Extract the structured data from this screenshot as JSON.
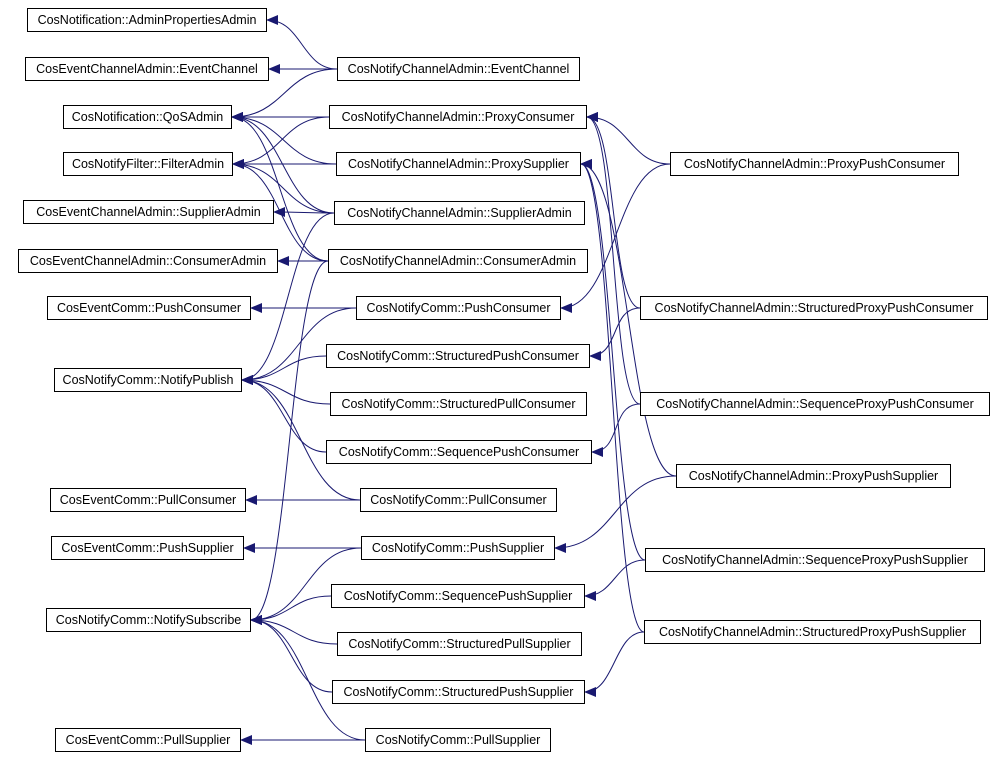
{
  "diagram": {
    "nodes": {
      "admin_props": "CosNotification::AdminPropertiesAdmin",
      "ec_event_channel": "CosEventChannelAdmin::EventChannel",
      "qos_admin": "CosNotification::QoSAdmin",
      "filter_admin": "CosNotifyFilter::FilterAdmin",
      "ec_supplier_admin": "CosEventChannelAdmin::SupplierAdmin",
      "ec_consumer_admin": "CosEventChannelAdmin::ConsumerAdmin",
      "ev_push_consumer": "CosEventComm::PushConsumer",
      "notify_publish": "CosNotifyComm::NotifyPublish",
      "ev_pull_consumer": "CosEventComm::PullConsumer",
      "ev_push_supplier": "CosEventComm::PushSupplier",
      "notify_subscribe": "CosNotifyComm::NotifySubscribe",
      "ev_pull_supplier": "CosEventComm::PullSupplier",
      "nca_event_channel": "CosNotifyChannelAdmin::EventChannel",
      "nca_proxy_consumer": "CosNotifyChannelAdmin::ProxyConsumer",
      "nca_proxy_supplier": "CosNotifyChannelAdmin::ProxySupplier",
      "nca_supplier_admin": "CosNotifyChannelAdmin::SupplierAdmin",
      "nca_consumer_admin": "CosNotifyChannelAdmin::ConsumerAdmin",
      "nc_push_consumer": "CosNotifyComm::PushConsumer",
      "nc_struct_push_consumer": "CosNotifyComm::StructuredPushConsumer",
      "nc_struct_pull_consumer": "CosNotifyComm::StructuredPullConsumer",
      "nc_seq_push_consumer": "CosNotifyComm::SequencePushConsumer",
      "nc_pull_consumer": "CosNotifyComm::PullConsumer",
      "nc_push_supplier": "CosNotifyComm::PushSupplier",
      "nc_seq_push_supplier": "CosNotifyComm::SequencePushSupplier",
      "nc_struct_pull_supplier": "CosNotifyComm::StructuredPullSupplier",
      "nc_struct_push_supplier": "CosNotifyComm::StructuredPushSupplier",
      "nc_pull_supplier": "CosNotifyComm::PullSupplier",
      "nca_proxy_push_consumer": "CosNotifyChannelAdmin::ProxyPushConsumer",
      "nca_struct_proxy_push_consumer": "CosNotifyChannelAdmin::StructuredProxyPushConsumer",
      "nca_seq_proxy_push_consumer": "CosNotifyChannelAdmin::SequenceProxyPushConsumer",
      "nca_proxy_push_supplier": "CosNotifyChannelAdmin::ProxyPushSupplier",
      "nca_seq_proxy_push_supplier": "CosNotifyChannelAdmin::SequenceProxyPushSupplier",
      "nca_struct_proxy_push_supplier": "CosNotifyChannelAdmin::StructuredProxyPushSupplier"
    },
    "edges": [
      [
        "nca_event_channel",
        "admin_props"
      ],
      [
        "nca_event_channel",
        "ec_event_channel"
      ],
      [
        "nca_event_channel",
        "qos_admin"
      ],
      [
        "nca_proxy_consumer",
        "qos_admin"
      ],
      [
        "nca_proxy_consumer",
        "filter_admin"
      ],
      [
        "nca_proxy_supplier",
        "qos_admin"
      ],
      [
        "nca_proxy_supplier",
        "filter_admin"
      ],
      [
        "nca_supplier_admin",
        "qos_admin"
      ],
      [
        "nca_supplier_admin",
        "filter_admin"
      ],
      [
        "nca_supplier_admin",
        "ec_supplier_admin"
      ],
      [
        "nca_supplier_admin",
        "notify_publish"
      ],
      [
        "nca_consumer_admin",
        "qos_admin"
      ],
      [
        "nca_consumer_admin",
        "filter_admin"
      ],
      [
        "nca_consumer_admin",
        "ec_consumer_admin"
      ],
      [
        "nca_consumer_admin",
        "notify_subscribe"
      ],
      [
        "nc_push_consumer",
        "ev_push_consumer"
      ],
      [
        "nc_push_consumer",
        "notify_publish"
      ],
      [
        "nc_struct_push_consumer",
        "notify_publish"
      ],
      [
        "nc_struct_pull_consumer",
        "notify_publish"
      ],
      [
        "nc_seq_push_consumer",
        "notify_publish"
      ],
      [
        "nc_pull_consumer",
        "ev_pull_consumer"
      ],
      [
        "nc_pull_consumer",
        "notify_publish"
      ],
      [
        "nc_push_supplier",
        "ev_push_supplier"
      ],
      [
        "nc_push_supplier",
        "notify_subscribe"
      ],
      [
        "nc_seq_push_supplier",
        "notify_subscribe"
      ],
      [
        "nc_struct_pull_supplier",
        "notify_subscribe"
      ],
      [
        "nc_struct_push_supplier",
        "notify_subscribe"
      ],
      [
        "nc_pull_supplier",
        "ev_pull_supplier"
      ],
      [
        "nc_pull_supplier",
        "notify_subscribe"
      ],
      [
        "nca_proxy_push_consumer",
        "nca_proxy_consumer"
      ],
      [
        "nca_proxy_push_consumer",
        "nc_push_consumer"
      ],
      [
        "nca_struct_proxy_push_consumer",
        "nca_proxy_consumer"
      ],
      [
        "nca_struct_proxy_push_consumer",
        "nc_struct_push_consumer"
      ],
      [
        "nca_seq_proxy_push_consumer",
        "nca_proxy_consumer"
      ],
      [
        "nca_seq_proxy_push_consumer",
        "nc_seq_push_consumer"
      ],
      [
        "nca_proxy_push_supplier",
        "nca_proxy_supplier"
      ],
      [
        "nca_proxy_push_supplier",
        "nc_push_supplier"
      ],
      [
        "nca_seq_proxy_push_supplier",
        "nca_proxy_supplier"
      ],
      [
        "nca_seq_proxy_push_supplier",
        "nc_seq_push_supplier"
      ],
      [
        "nca_struct_proxy_push_supplier",
        "nca_proxy_supplier"
      ],
      [
        "nca_struct_proxy_push_supplier",
        "nc_struct_push_supplier"
      ]
    ],
    "colors": {
      "edge": "#191970",
      "border": "#000000"
    }
  }
}
